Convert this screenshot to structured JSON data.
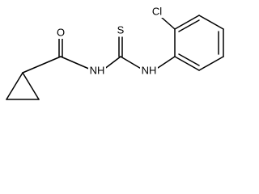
{
  "molecule": {
    "atoms": {
      "O": "O",
      "S": "S",
      "Cl": "Cl",
      "NH_left": "NH",
      "NH_right": "NH"
    }
  }
}
